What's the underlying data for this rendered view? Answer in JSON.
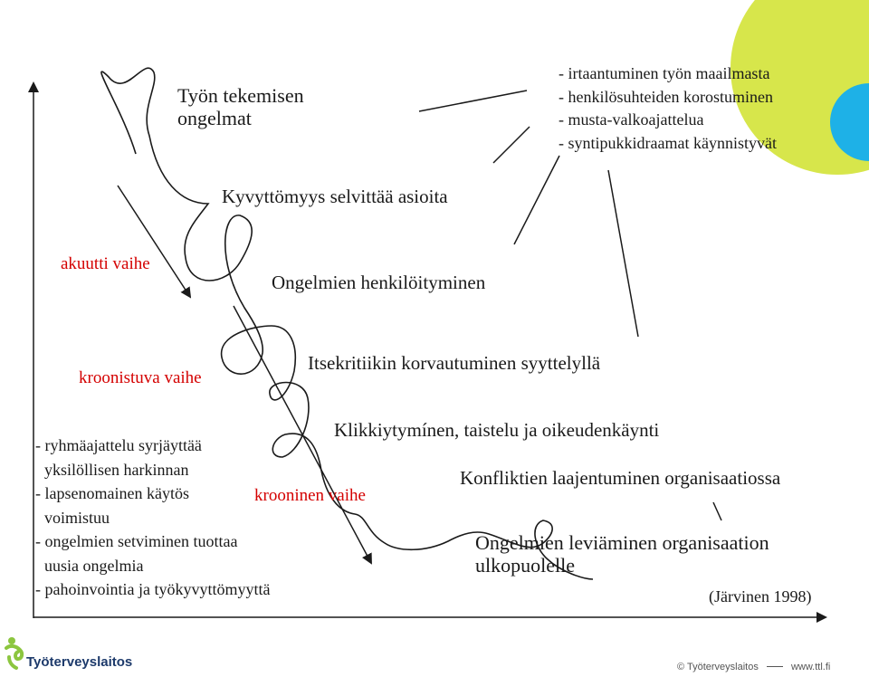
{
  "texts": {
    "tyon_tekemisen_1": "Työn tekemisen",
    "tyon_tekemisen_2": "ongelmat",
    "kyvyttomyys": "Kyvyttömyys selvittää asioita",
    "ongelmien_henkiloityminen": "Ongelmien henkilöityminen",
    "itsekritiikki": "Itsekritiikin korvautuminen syyttelyllä",
    "klikkiytyminen": "Klikkiytymínen, taistelu ja oikeudenkäynti",
    "konfliktien": "Konfliktien laajentuminen organisaatiossa",
    "leviaminen_1": "Ongelmien leviäminen organisaation",
    "leviaminen_2": "ulkopuolelle",
    "source": "(Järvinen 1998)"
  },
  "phases": {
    "acute": "akuutti vaihe",
    "chronic": "kroonistuva vaihe",
    "chronic2": "krooninen vaihe"
  },
  "top_right_list": [
    "- irtaantuminen työn maailmasta",
    "- henkilösuhteiden korostuminen",
    "- musta-valkoajattelua",
    "- syntipukkidraamat käynnistyvät"
  ],
  "bottom_left_list": [
    "- ryhmäajattelu syrjäyttää",
    "yksilöllisen harkinnan",
    "- lapsenomainen käytös",
    "voimistuu",
    "- ongelmien setviminen tuottaa",
    "uusia ongelmia",
    "- pahoinvointia ja työkyvyttömyyttä"
  ],
  "footer": {
    "logo_text": "Työterveyslaitos",
    "copyright": "© Työterveyslaitos",
    "url": "www.ttl.fi"
  },
  "colors": {
    "phase_red": "#d40000",
    "logo_green": "#8cc63f",
    "accent_yellow_green": "#d7e64b",
    "accent_cyan": "#1eb1e7",
    "logo_navy": "#1d3a6b"
  }
}
